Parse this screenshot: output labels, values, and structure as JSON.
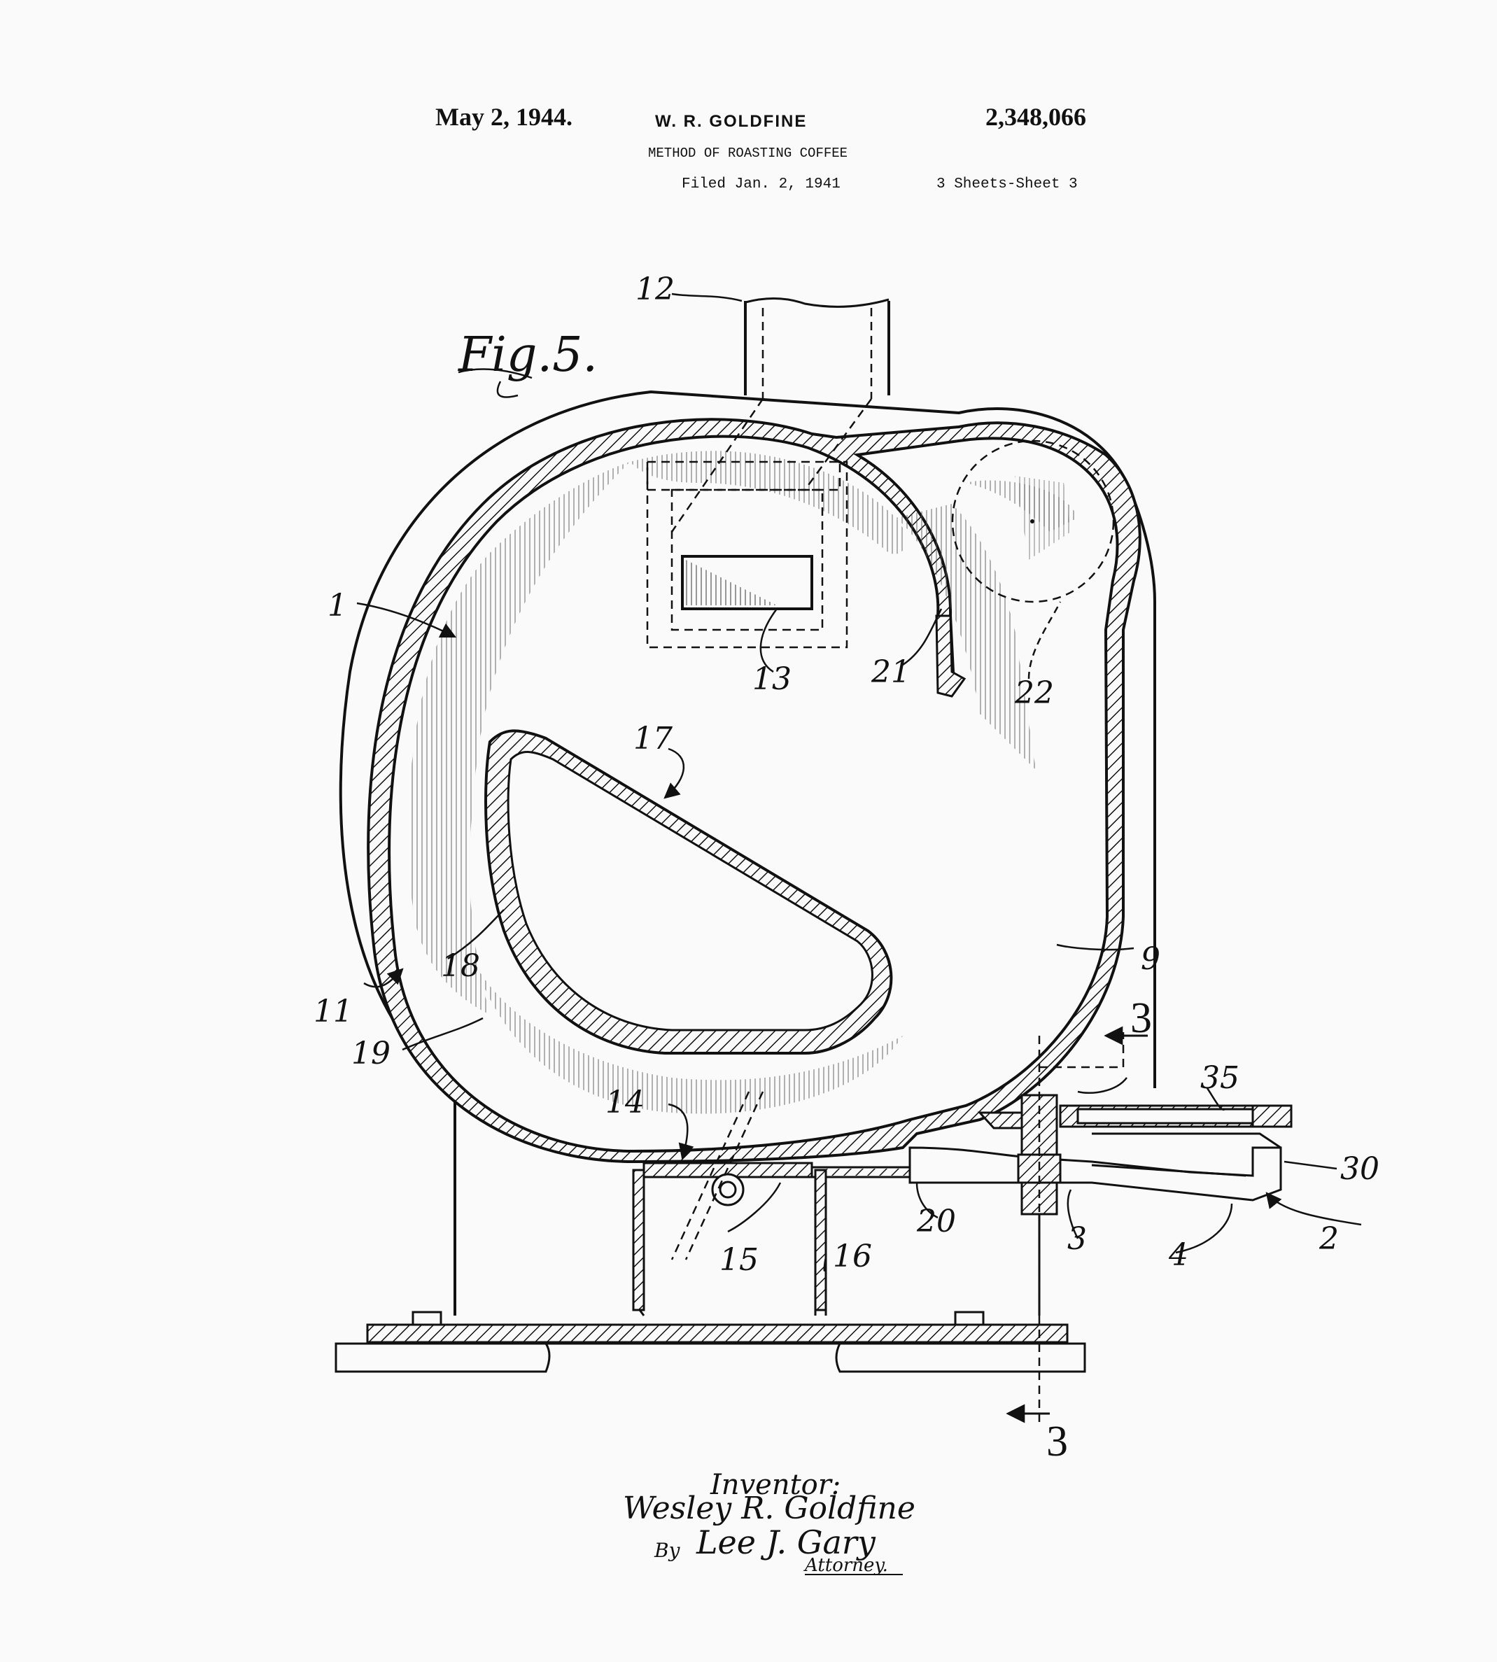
{
  "header": {
    "date": "May 2, 1944.",
    "inventor": "W. R. GOLDFINE",
    "patent_number": "2,348,066",
    "title": "METHOD OF ROASTING COFFEE",
    "filed": "Filed Jan. 2, 1941",
    "sheets": "3 Sheets-Sheet 3"
  },
  "figure_label": "Fig.5.",
  "reference_numerals": {
    "r1": "1",
    "r2": "2",
    "r3a": "3",
    "r4": "4",
    "r9": "9",
    "r11": "11",
    "r12": "12",
    "r13": "13",
    "r14": "14",
    "r15": "15",
    "r16": "16",
    "r17": "17",
    "r18": "18",
    "r19": "19",
    "r20": "20",
    "r21": "21",
    "r22": "22",
    "r30": "30",
    "r35": "35"
  },
  "section_marks": {
    "top": "3",
    "bottom": "3"
  },
  "signature": {
    "inventor_label": "Inventor:",
    "inventor_name": "Wesley R. Goldfine",
    "by": "By",
    "attorney_name": "Lee J. Gary",
    "attorney_label": "Attorney."
  }
}
